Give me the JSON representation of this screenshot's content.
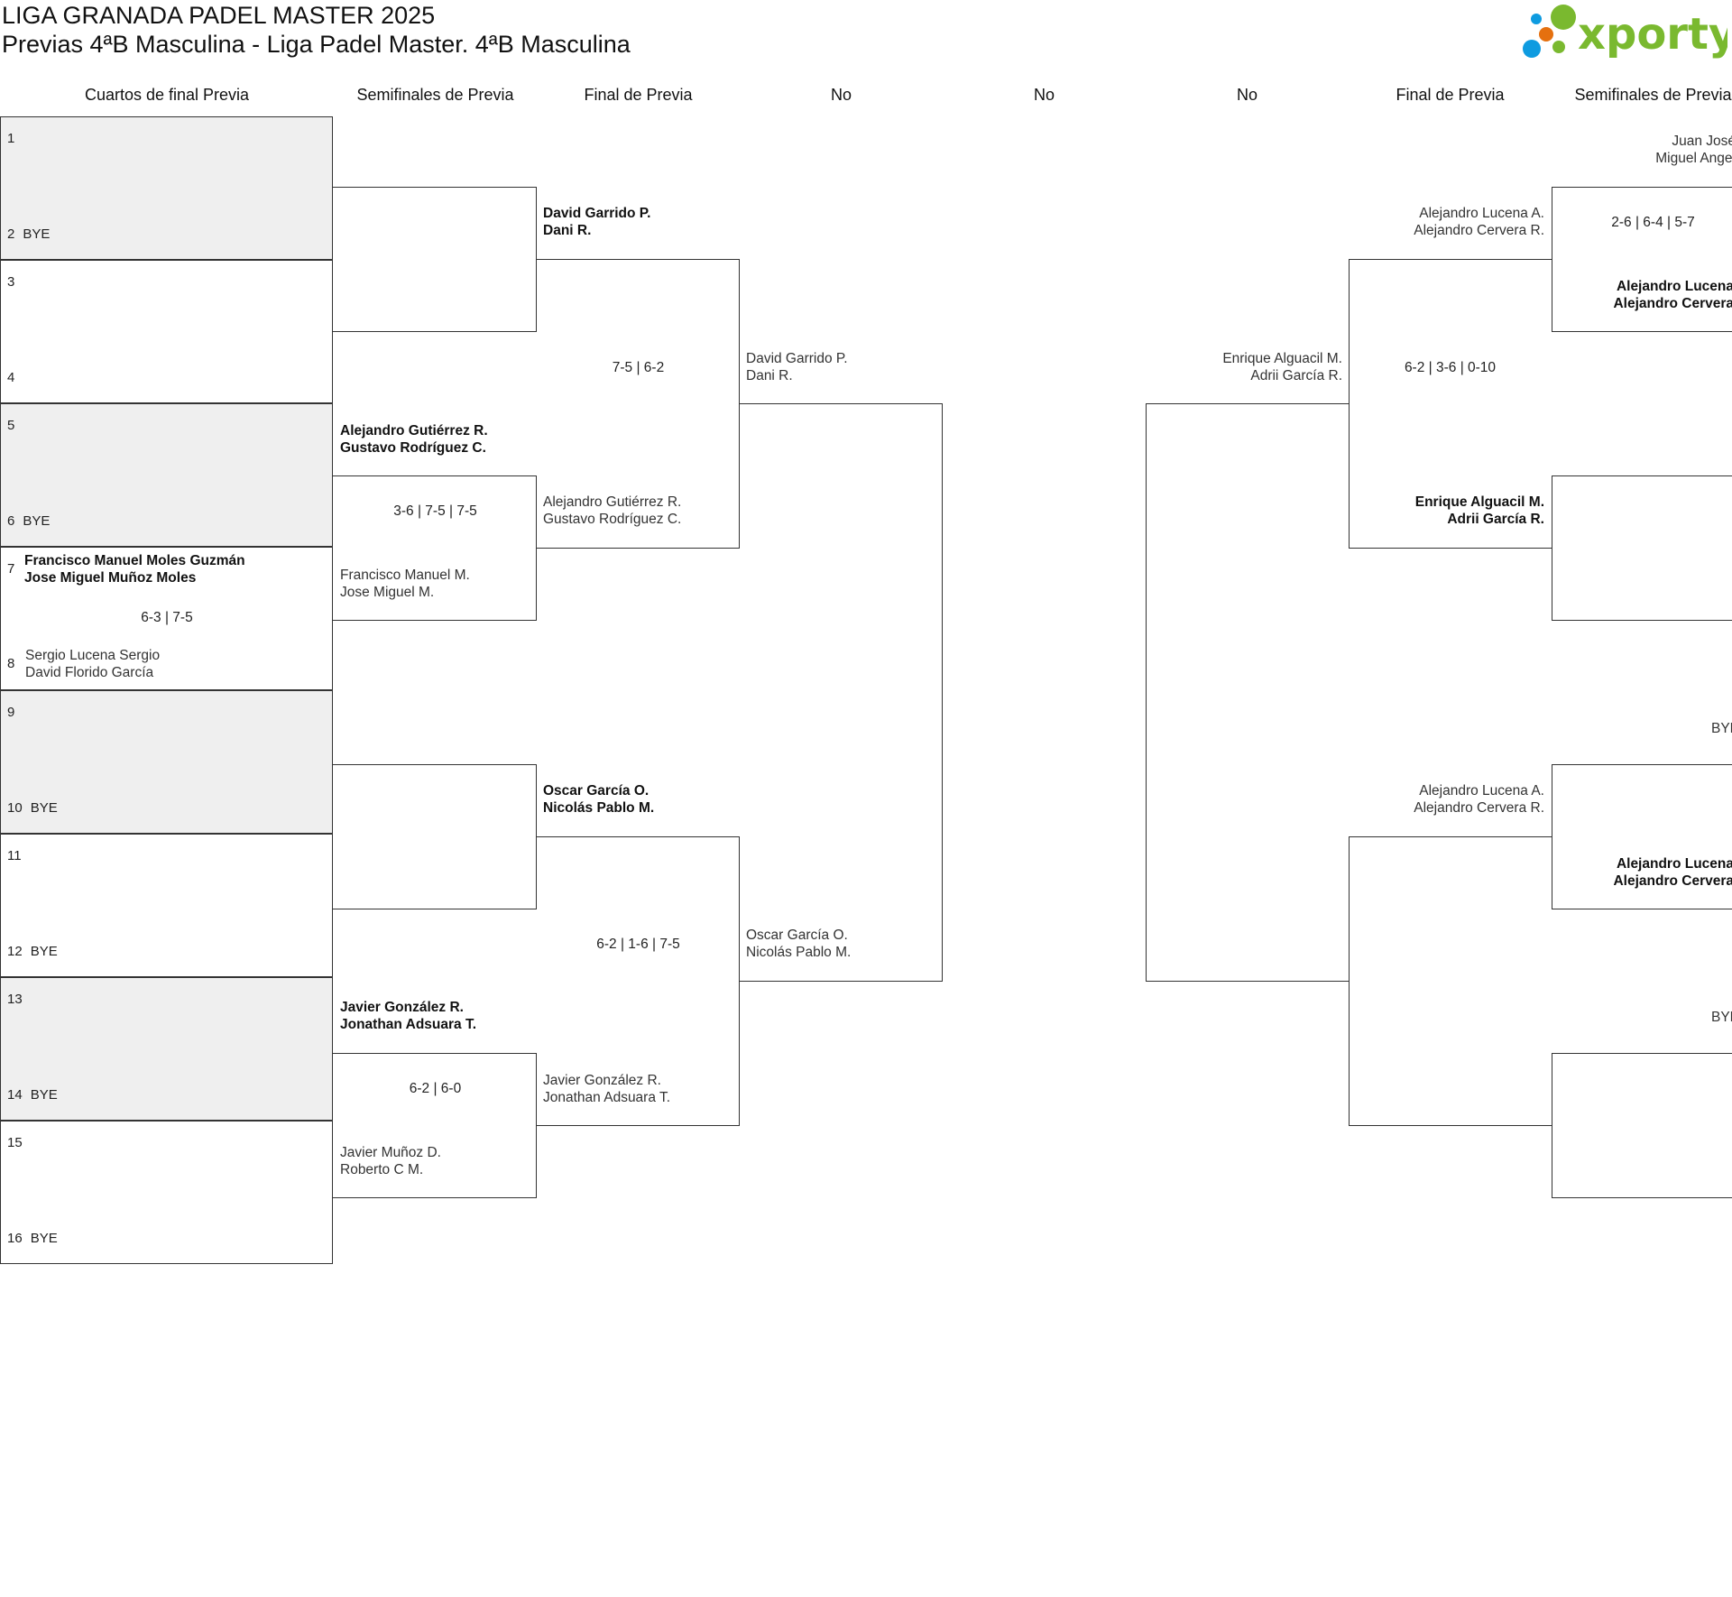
{
  "header": {
    "title": "LIGA GRANADA PADEL MASTER 2025",
    "subtitle": "Previas 4ªB Masculina - Liga Padel Master. 4ªB Masculina",
    "logo_text": "xporty",
    "logo_colors": {
      "green": "#7ab92f",
      "blue": "#0e9be0",
      "orange": "#e5700f"
    }
  },
  "columns": [
    "Cuartos de final Previa",
    "Semifinales de Previa",
    "Final de Previa",
    "No",
    "No",
    "No",
    "Final de Previa",
    "Semifinales de Previa"
  ],
  "round1": {
    "slots": [
      "1",
      "2",
      "3",
      "4",
      "5",
      "6",
      "7",
      "8",
      "9",
      "10",
      "11",
      "12",
      "13",
      "14",
      "15",
      "16"
    ],
    "bye": "BYE",
    "team7": [
      "Francisco Manuel Moles Guzmán",
      "Jose Miguel Muñoz Moles"
    ],
    "team8": [
      "Sergio Lucena Sergio",
      "David Florido García"
    ],
    "score78": "6-3 | 7-5"
  },
  "semis_left": {
    "m2_top": [
      "Alejandro Gutiérrez R.",
      "Gustavo Rodríguez C."
    ],
    "m2_score": "3-6 | 7-5 | 7-5",
    "m2_bottom": [
      "Francisco Manuel M.",
      "Jose Miguel M."
    ],
    "m4_top": [
      "Javier González R.",
      "Jonathan Adsuara T."
    ],
    "m4_score": "6-2 | 6-0",
    "m4_bottom": [
      "Javier Muñoz D.",
      "Roberto C M."
    ]
  },
  "final_left": {
    "m1_top": [
      "David Garrido P.",
      "Dani R."
    ],
    "m1_score": "7-5 | 6-2",
    "m1_bottom": [
      "Alejandro Gutiérrez R.",
      "Gustavo Rodríguez C."
    ],
    "m2_top": [
      "Oscar García O.",
      "Nicolás Pablo M."
    ],
    "m2_score": "6-2 | 1-6 | 7-5",
    "m2_bottom": [
      "Javier González R.",
      "Jonathan Adsuara T."
    ]
  },
  "no_left": {
    "top": [
      "David Garrido P.",
      "Dani R."
    ],
    "bottom": [
      "Oscar García O.",
      "Nicolás Pablo M."
    ]
  },
  "no_right": {
    "top": [
      "Enrique Alguacil M.",
      "Adrii García R."
    ]
  },
  "final_right": {
    "m1_top": [
      "Alejandro Lucena A.",
      "Alejandro Cervera R."
    ],
    "m1_score": "6-2 | 3-6 | 0-10",
    "m1_bottom": [
      "Enrique Alguacil M.",
      "Adrii García R."
    ],
    "m2_top": [
      "Alejandro Lucena A.",
      "Alejandro Cervera R."
    ]
  },
  "semis_right": {
    "m1_top": [
      "Juan José",
      "Miguel Angel"
    ],
    "m1_score": "2-6 | 6-4 | 5-7",
    "m1_bottom": [
      "Alejandro Lucena",
      "Alejandro Cervera"
    ],
    "m3_top": "BYE",
    "m3_bottom": [
      "Alejandro Lucena",
      "Alejandro Cervera"
    ],
    "m4_top": "BYE"
  }
}
